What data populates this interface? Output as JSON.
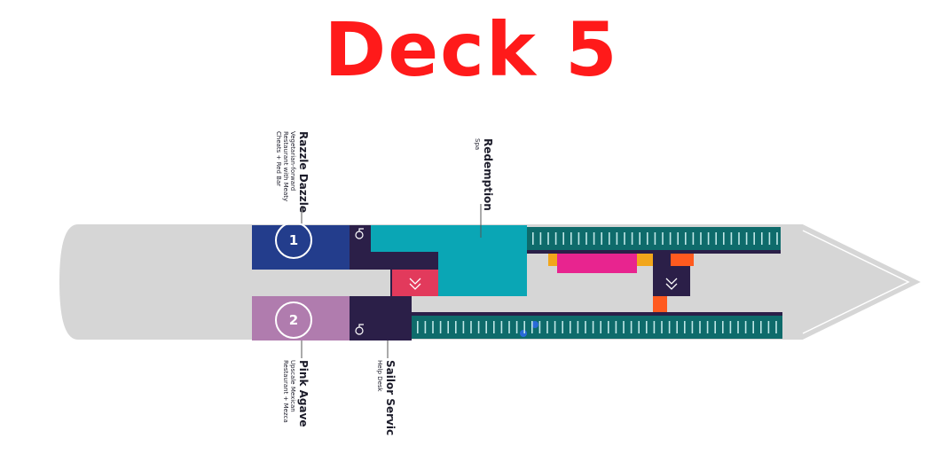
{
  "title": "Deck 5",
  "venues": [
    {
      "number": "1",
      "name": "Razzle Dazzle",
      "description_lines": [
        "Vegetarian-forward",
        "Restaurant with Meaty",
        "Cheats + Red Bar"
      ]
    },
    {
      "number": "2",
      "name": "Pink Agave",
      "description_lines": [
        "Upscale Mexican",
        "Restaurant + Mezca"
      ]
    },
    {
      "name": "Redemption",
      "description_lines": [
        "Spa"
      ]
    },
    {
      "name": "Sailor Servic",
      "description_lines": [
        "Help Desk"
      ]
    }
  ],
  "colors": {
    "title": "#ff1a1a",
    "hull": "#d6d6d6",
    "razzle_dazzle": "#233d8c",
    "pink_agave": "#b07cae",
    "spa": "#0aa6b5",
    "dark_service": "#2b1f48",
    "cabins": "#0e6b6b",
    "pink_cabins": "#e8248f",
    "orange": "#ff5a1f",
    "stairs": "#e23a5c"
  },
  "icons": [
    "accessible-icon",
    "stairs-icon",
    "elevator-icon"
  ]
}
